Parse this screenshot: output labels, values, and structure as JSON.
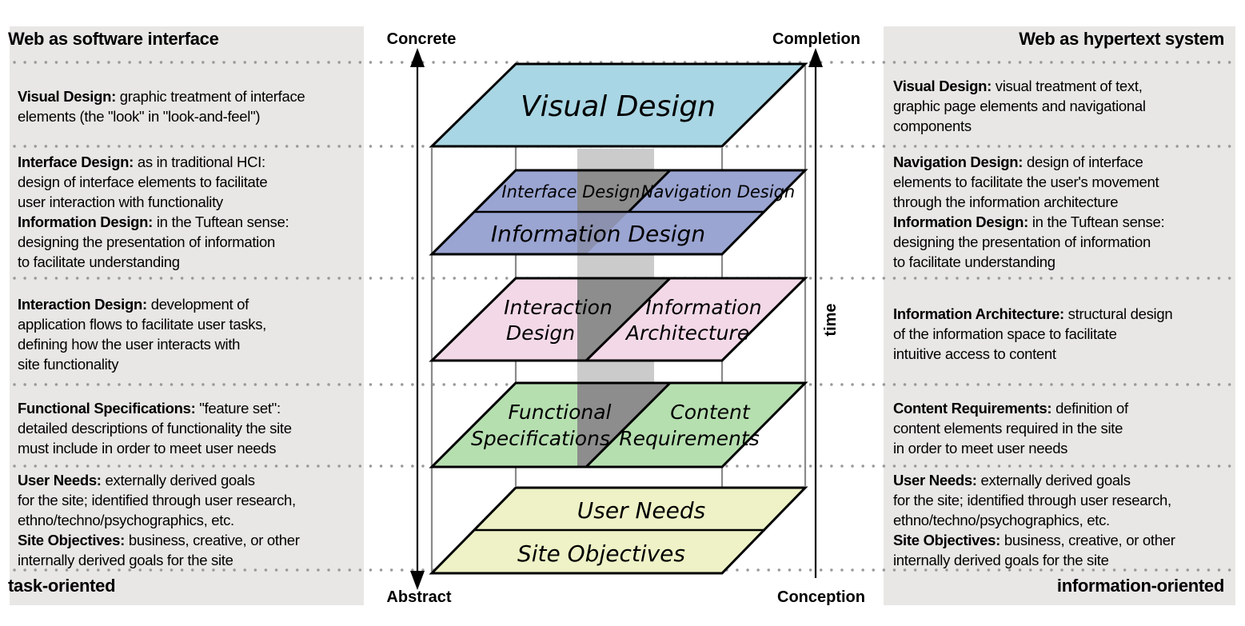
{
  "left_panel": {
    "header": "Web as software interface",
    "footer": "task-oriented",
    "sections": [
      {
        "lines": [
          [
            {
              "b": "Visual Design:"
            },
            {
              "t": " graphic treatment of interface"
            }
          ],
          [
            {
              "t": "elements (the \"look\" in \"look-and-feel\")"
            }
          ]
        ]
      },
      {
        "lines": [
          [
            {
              "b": "Interface Design:"
            },
            {
              "t": " as in traditional HCI:"
            }
          ],
          [
            {
              "t": "design of interface elements to facilitate"
            }
          ],
          [
            {
              "t": "user interaction with functionality"
            }
          ],
          [
            {
              "b": "Information Design:"
            },
            {
              "t": " in the Tuftean sense:"
            }
          ],
          [
            {
              "t": "designing the presentation of information"
            }
          ],
          [
            {
              "t": "to facilitate understanding"
            }
          ]
        ]
      },
      {
        "lines": [
          [
            {
              "b": "Interaction Design:"
            },
            {
              "t": " development of"
            }
          ],
          [
            {
              "t": "application flows to facilitate user tasks,"
            }
          ],
          [
            {
              "t": "defining how the user interacts with"
            }
          ],
          [
            {
              "t": "site functionality"
            }
          ]
        ]
      },
      {
        "lines": [
          [
            {
              "b": "Functional Specifications:"
            },
            {
              "t": " \"feature set\":"
            }
          ],
          [
            {
              "t": "detailed descriptions of functionality the site"
            }
          ],
          [
            {
              "t": "must include in order to meet user needs"
            }
          ]
        ]
      },
      {
        "lines": [
          [
            {
              "b": "User Needs:"
            },
            {
              "t": " externally derived goals"
            }
          ],
          [
            {
              "t": "for the site; identified through user research,"
            }
          ],
          [
            {
              "t": "ethno/techno/psychographics, etc."
            }
          ],
          [
            {
              "b": "Site Objectives:"
            },
            {
              "t": " business, creative, or other"
            }
          ],
          [
            {
              "t": "internally derived goals for the site"
            }
          ]
        ]
      }
    ]
  },
  "right_panel": {
    "header": "Web as hypertext system",
    "footer": "information-oriented",
    "sections": [
      {
        "lines": [
          [
            {
              "b": "Visual Design:"
            },
            {
              "t": " visual treatment of text,"
            }
          ],
          [
            {
              "t": "graphic page elements and navigational"
            }
          ],
          [
            {
              "t": "components"
            }
          ]
        ]
      },
      {
        "lines": [
          [
            {
              "b": "Navigation Design:"
            },
            {
              "t": " design of interface"
            }
          ],
          [
            {
              "t": "elements to facilitate the user's movement"
            }
          ],
          [
            {
              "t": "through the information architecture"
            }
          ],
          [
            {
              "b": "Information Design:"
            },
            {
              "t": " in the Tuftean sense:"
            }
          ],
          [
            {
              "t": "designing the presentation of information"
            }
          ],
          [
            {
              "t": "to facilitate understanding"
            }
          ]
        ]
      },
      {
        "lines": [
          [
            {
              "b": "Information Architecture:"
            },
            {
              "t": " structural design"
            }
          ],
          [
            {
              "t": "of the information space to facilitate"
            }
          ],
          [
            {
              "t": "intuitive access to content"
            }
          ]
        ]
      },
      {
        "lines": [
          [
            {
              "b": "Content Requirements:"
            },
            {
              "t": " definition of"
            }
          ],
          [
            {
              "t": "content elements required in the site"
            }
          ],
          [
            {
              "t": "in order to meet user needs"
            }
          ]
        ]
      },
      {
        "lines": [
          [
            {
              "b": "User Needs:"
            },
            {
              "t": " externally derived goals"
            }
          ],
          [
            {
              "t": "for the site; identified through user research,"
            }
          ],
          [
            {
              "t": "ethno/techno/psychographics, etc."
            }
          ],
          [
            {
              "b": "Site Objectives:"
            },
            {
              "t": " business, creative, or other"
            }
          ],
          [
            {
              "t": "internally derived goals for the site"
            }
          ]
        ]
      }
    ]
  },
  "diagram": {
    "axis_left": {
      "top": "Concrete",
      "bottom": "Abstract"
    },
    "axis_right": {
      "top": "Completion",
      "bottom": "Conception",
      "side": "time"
    },
    "planes": {
      "visual": {
        "label": "Visual Design"
      },
      "skeleton": {
        "left": "Interface Design",
        "right": "Navigation Design",
        "bottom": "Information Design"
      },
      "structure": {
        "left1": "Interaction",
        "left2": "Design",
        "right1": "Information",
        "right2": "Architecture"
      },
      "scope": {
        "left1": "Functional",
        "left2": "Specifications",
        "right1": "Content",
        "right2": "Requirements"
      },
      "strategy": {
        "top": "User Needs",
        "bottom": "Site Objectives"
      }
    }
  },
  "colors": {
    "panel_bg": "#e8e7e5",
    "plane_visual": "#a9d6e4",
    "plane_skeleton": "#9ba5d2",
    "plane_structure": "#f3d9e8",
    "plane_scope": "#b6dfb0",
    "plane_strategy": "#eef2c6",
    "band_light": "#cbcbcb",
    "band_dark": "#8d8d8d",
    "band_tint": "rgba(110,110,110,0.35)",
    "frame_line": "#8a8a8a",
    "dot": "#999999"
  }
}
